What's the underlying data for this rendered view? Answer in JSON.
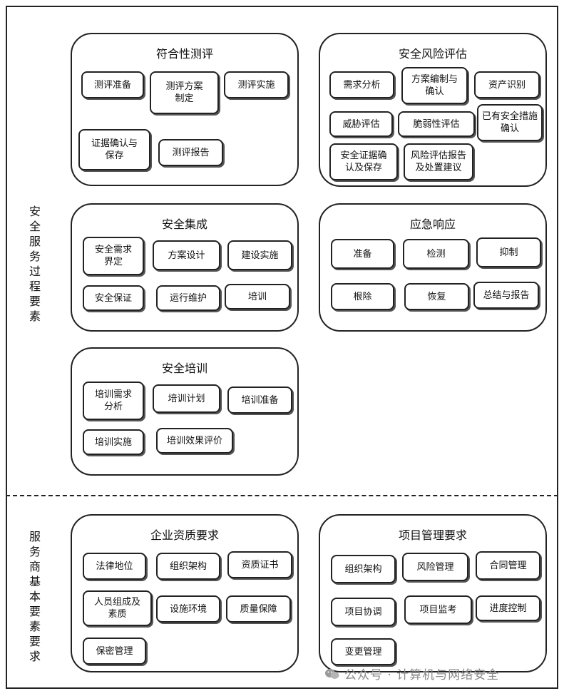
{
  "side_labels": {
    "upper": "安全服务过程要素",
    "lower": "服务商基本要素要求"
  },
  "groups": {
    "conformity": {
      "title": "符合性测评",
      "items": [
        "测评准备",
        "测评方案制定",
        "测评实施",
        "证据确认与保存",
        "测评报告"
      ]
    },
    "risk": {
      "title": "安全风险评估",
      "items": [
        "需求分析",
        "方案编制与确认",
        "资产识别",
        "威胁评估",
        "脆弱性评估",
        "已有安全措施确认",
        "安全证据确认及保存",
        "风险评估报告及处置建议"
      ]
    },
    "integration": {
      "title": "安全集成",
      "items": [
        "安全需求界定",
        "方案设计",
        "建设实施",
        "安全保证",
        "运行维护",
        "培训"
      ]
    },
    "emergency": {
      "title": "应急响应",
      "items": [
        "准备",
        "检测",
        "抑制",
        "根除",
        "恢复",
        "总结与报告"
      ]
    },
    "training": {
      "title": "安全培训",
      "items": [
        "培训需求分析",
        "培训计划",
        "培训准备",
        "培训实施",
        "培训效果评价"
      ]
    },
    "qualification": {
      "title": "企业资质要求",
      "items": [
        "法律地位",
        "组织架构",
        "资质证书",
        "人员组成及素质",
        "设施环境",
        "质量保障",
        "保密管理"
      ]
    },
    "project": {
      "title": "项目管理要求",
      "items": [
        "组织架构",
        "风险管理",
        "合同管理",
        "项目协调",
        "项目监考",
        "进度控制",
        "变更管理"
      ]
    }
  },
  "watermark": {
    "text": "公众号 · 计算机与网络安全",
    "icon": "wechat-icon"
  }
}
